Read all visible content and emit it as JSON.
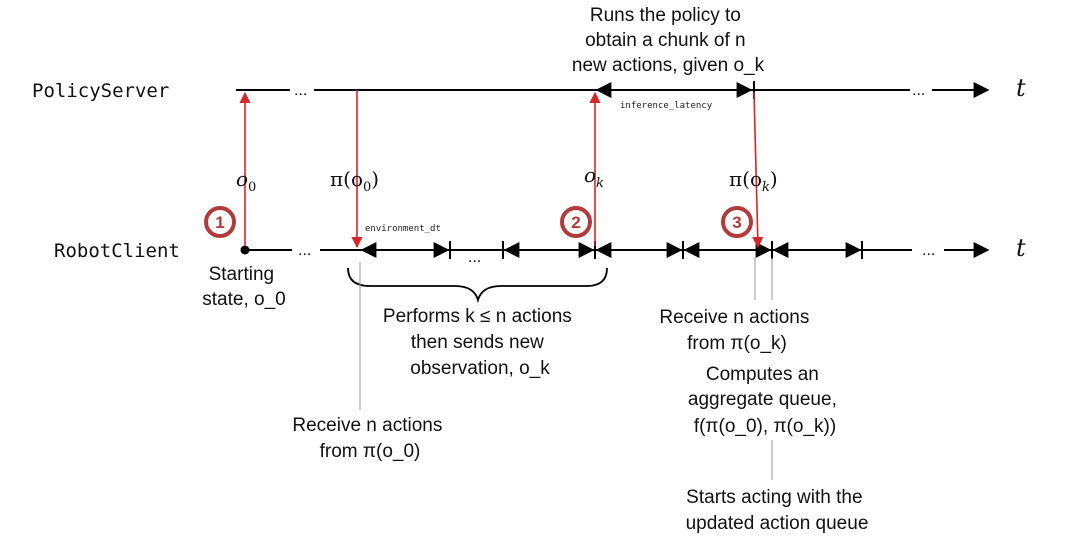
{
  "lanes": {
    "server": "PolicyServer",
    "client": "RobotClient",
    "time": "t"
  },
  "intervals": {
    "inference": "inference_latency",
    "environment": "environment_dt"
  },
  "ellipsis": "...",
  "messages": {
    "o0": "o",
    "o0_sub": "0",
    "pi_o0": "π(o",
    "pi_o0_sub": "0",
    "close": ")",
    "ok": "o",
    "ok_sub": "k",
    "pi_ok": "π(o",
    "pi_ok_sub": "k"
  },
  "badges": [
    "1",
    "2",
    "3"
  ],
  "annotations": {
    "server_top": [
      "Runs the policy to",
      "obtain a chunk of n",
      "new actions, given o_k"
    ],
    "start": [
      "Starting",
      "state, o_0"
    ],
    "performs": [
      "Performs k ≤ n actions",
      "then sends new",
      "observation, o_k"
    ],
    "receive_first": [
      "Receive n actions",
      "from π(o_0)"
    ],
    "receive_second": [
      "Receive n actions",
      "from π(o_k)"
    ],
    "aggregate": [
      "Computes an",
      "aggregate queue,",
      "f(π(o_0), π(o_k))"
    ],
    "starts_acting": [
      "Starts acting with the",
      "updated action queue"
    ]
  },
  "colors": {
    "arrow_red": "#d62728",
    "badge_red": "#b33a3a",
    "line": "#000000",
    "connector_gray": "#999999"
  }
}
